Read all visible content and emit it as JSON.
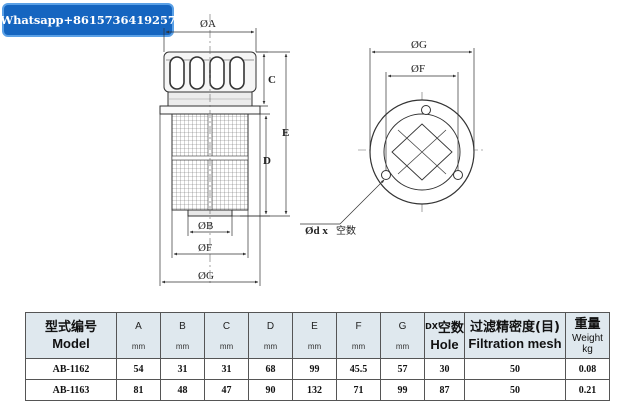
{
  "contact": {
    "text": "Whatsapp+8615736419257",
    "bg": "#1565c0",
    "border": "#5aa0e6"
  },
  "side_view": {
    "dims": {
      "a": "ØA",
      "b": "ØB",
      "f": "ØF",
      "g": "ØG",
      "c": "C",
      "d": "D",
      "e": "E"
    }
  },
  "top_view": {
    "dims": {
      "g": "ØG",
      "f": "ØF"
    },
    "hole_label": "Ød x",
    "hole_label_cn": "空数"
  },
  "table": {
    "header_bg": "#dfe8ee",
    "model_cn": "型式编号",
    "model_en": "Model",
    "columns": [
      {
        "letter": "A",
        "unit": "mm"
      },
      {
        "letter": "B",
        "unit": "mm"
      },
      {
        "letter": "C",
        "unit": "mm"
      },
      {
        "letter": "D",
        "unit": "mm"
      },
      {
        "letter": "E",
        "unit": "mm"
      },
      {
        "letter": "F",
        "unit": "mm"
      },
      {
        "letter": "G",
        "unit": "mm"
      }
    ],
    "hole_dx": "DX",
    "hole_cn": "空数",
    "hole_en": "Hole",
    "filtration_cn": "过滤精密度(目)",
    "filtration_en": "Filtration mesh",
    "weight_cn": "重量",
    "weight_en": "Weight",
    "weight_unit": "kg",
    "rows": [
      {
        "model": "AB-1162",
        "a": "54",
        "b": "31",
        "c": "31",
        "d": "68",
        "e": "99",
        "f": "45.5",
        "g": "57",
        "hole": "30",
        "mesh": "50",
        "weight": "0.08"
      },
      {
        "model": "AB-1163",
        "a": "81",
        "b": "48",
        "c": "47",
        "d": "90",
        "e": "132",
        "f": "71",
        "g": "99",
        "hole": "87",
        "mesh": "50",
        "weight": "0.21"
      }
    ]
  }
}
